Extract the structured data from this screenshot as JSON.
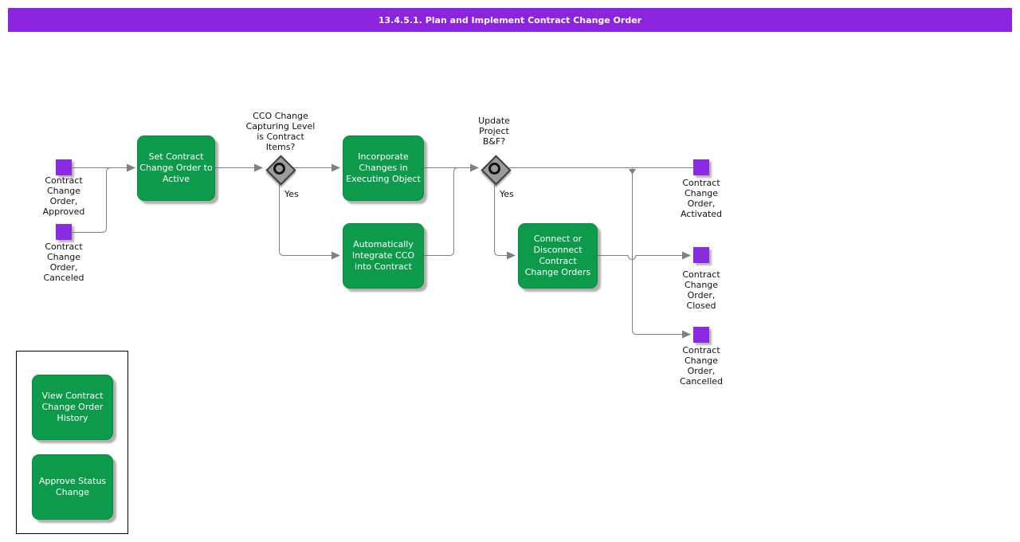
{
  "title": "13.4.5.1. Plan and Implement Contract Change Order",
  "colors": {
    "title_bar": "#8a24dd",
    "event_square": "#8a2be2",
    "task_green": "#0d9b4b",
    "connector_gray": "#808080"
  },
  "events": {
    "approved": {
      "label": "Contract\nChange\nOrder,\nApproved"
    },
    "canceled": {
      "label": "Contract\nChange\nOrder,\nCanceled"
    },
    "activated": {
      "label": "Contract\nChange\nOrder,\nActivated"
    },
    "closed": {
      "label": "Contract\nChange\nOrder,\nClosed"
    },
    "cancelled": {
      "label": "Contract\nChange\nOrder,\nCancelled"
    }
  },
  "tasks": {
    "set_active": {
      "label": "Set Contract\nChange Order to\nActive"
    },
    "incorporate": {
      "label": "Incorporate\nChanges in\nExecuting Object"
    },
    "auto_integrate": {
      "label": "Automatically\nIntegrate CCO\ninto Contract"
    },
    "connect_disconnect": {
      "label": "Connect or\nDisconnect\nContract\nChange Orders"
    }
  },
  "gateways": {
    "cco_level": {
      "question": "CCO Change\nCapturing Level\nis Contract\nItems?",
      "yes_label": "Yes"
    },
    "update_bf": {
      "question": "Update\nProject\nB&F?",
      "yes_label": "Yes"
    }
  },
  "legend": {
    "view_history": {
      "label": "View Contract\nChange Order\nHistory"
    },
    "approve_status": {
      "label": "Approve Status\nChange"
    }
  }
}
